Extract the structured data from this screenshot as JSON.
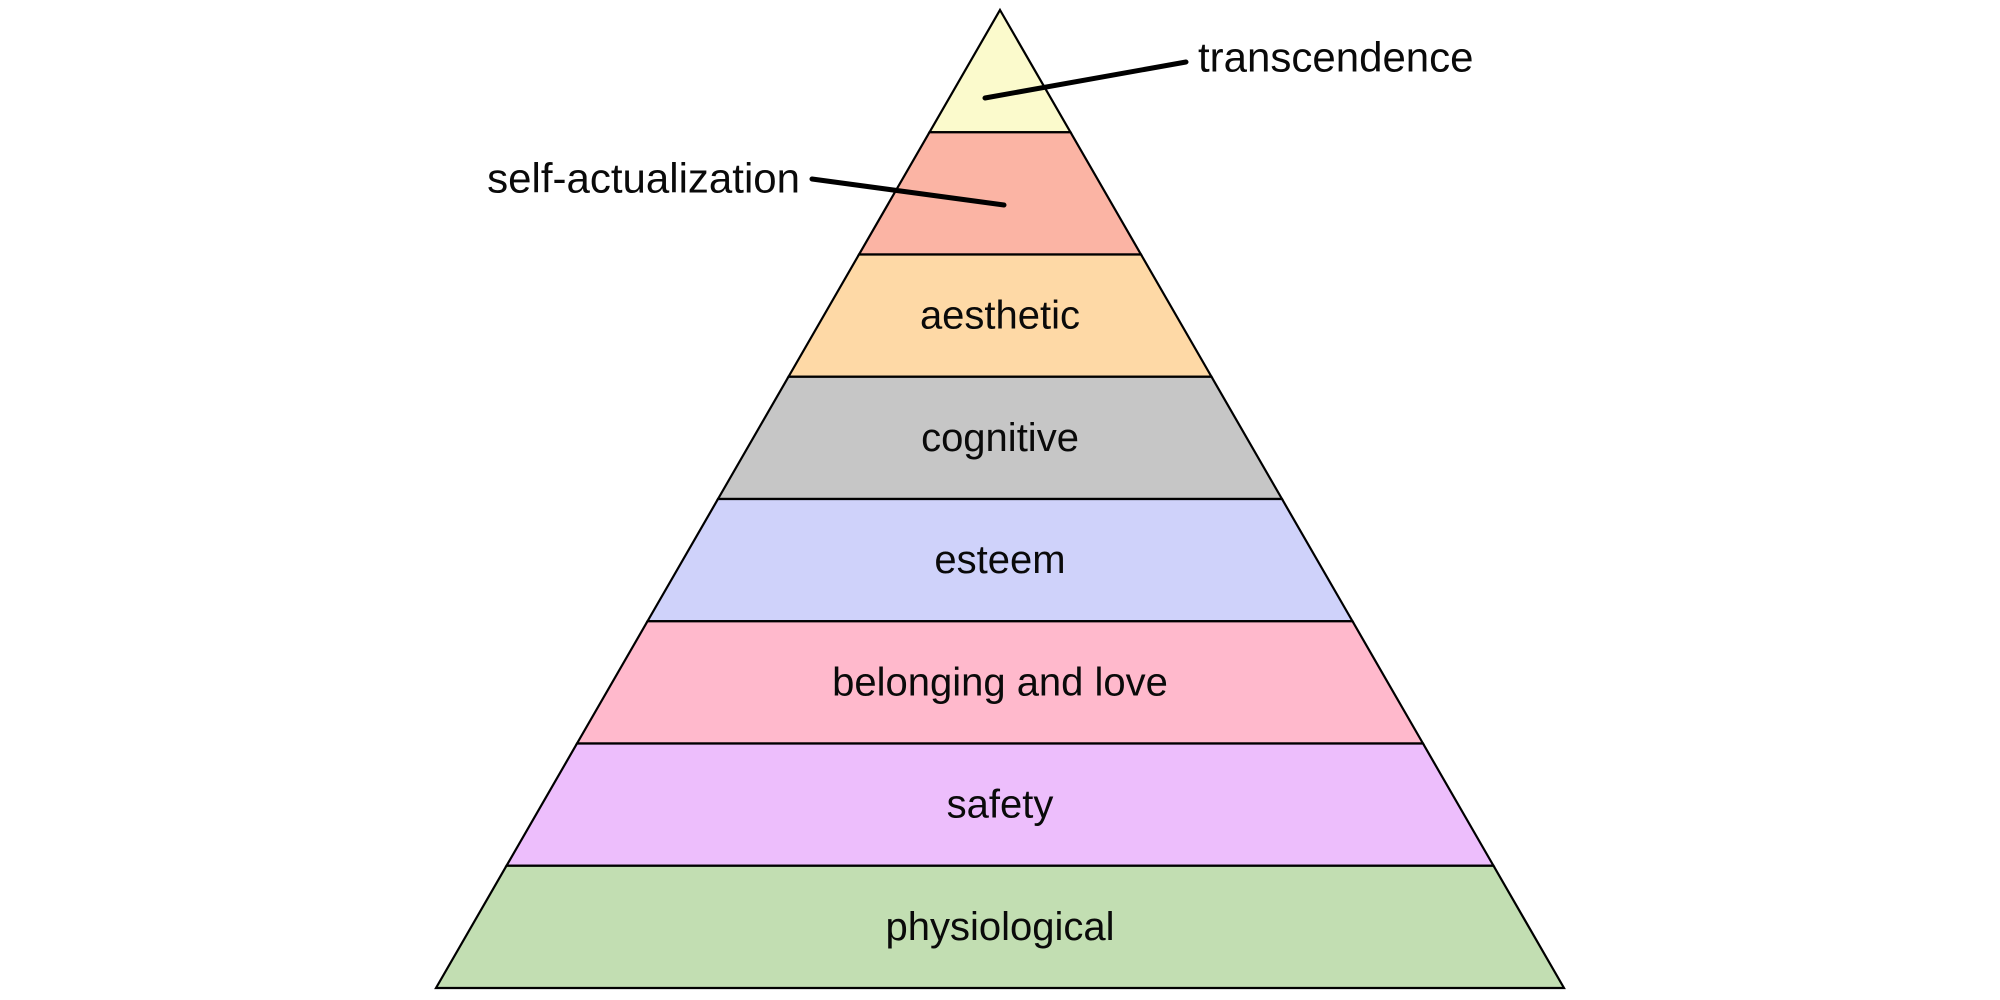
{
  "diagram": {
    "type": "pyramid",
    "subject": "hierarchy of needs",
    "background_color": "#ffffff",
    "outline_color": "#000000",
    "label_color": "#0a0a0a",
    "leader_line_color": "#000000",
    "levels": [
      {
        "rank": 1,
        "label": "transcendence",
        "color": "#fbfacc",
        "label_position": "outside-right"
      },
      {
        "rank": 2,
        "label": "self-actualization",
        "color": "#fbb4a4",
        "label_position": "outside-left"
      },
      {
        "rank": 3,
        "label": "aesthetic",
        "color": "#fed9a6",
        "label_position": "inside"
      },
      {
        "rank": 4,
        "label": "cognitive",
        "color": "#c6c6c6",
        "label_position": "inside"
      },
      {
        "rank": 5,
        "label": "esteem",
        "color": "#cfd2fa",
        "label_position": "inside"
      },
      {
        "rank": 6,
        "label": "belonging and love",
        "color": "#ffb9cc",
        "label_position": "inside"
      },
      {
        "rank": 7,
        "label": "safety",
        "color": "#edbefc",
        "label_position": "inside"
      },
      {
        "rank": 8,
        "label": "physiological",
        "color": "#c2deb2",
        "label_position": "inside"
      }
    ]
  }
}
